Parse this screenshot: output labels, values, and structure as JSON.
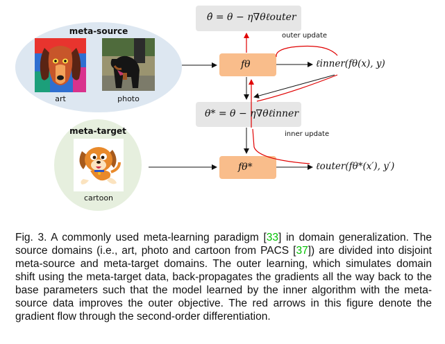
{
  "figure": {
    "meta_source": {
      "title": "meta-source",
      "images": [
        {
          "label": "art"
        },
        {
          "label": "photo"
        }
      ]
    },
    "meta_target": {
      "title": "meta-target",
      "images": [
        {
          "label": "cartoon"
        }
      ]
    },
    "outer_update_eq": "θ̂ = θ − η∇θℓouter",
    "inner_update_eq": "θ* = θ − η∇θℓinner",
    "model_box": "fθ",
    "adapted_model_box": "fθ*",
    "inner_loss": "ℓinner(fθ(x), y)",
    "outer_loss": "ℓouter(fθ*(x′), y′)",
    "outer_update_label": "outer update",
    "inner_update_label": "inner update",
    "colors": {
      "gradient_arrow": "#e00000",
      "model_box": "#f9bd8b",
      "equation_box": "#e6e6e6",
      "source_bg": "#dde7f1",
      "target_bg": "#e6efde"
    }
  },
  "caption": {
    "prefix": "Fig. 3. A commonly used meta-learning paradigm [",
    "cite1": "33",
    "mid1": "] in domain generalization. The source domains (i.e., art, photo and cartoon from PACS [",
    "cite2": "37",
    "rest": "]) are divided into disjoint meta-source and meta-target domains. The outer learning, which simulates domain shift using the meta-target data, back-propagates the gradients all the way back to the base parameters such that the model learned by the inner algorithm with the meta-source data improves the outer objective. The red arrows in this figure denote the gradient flow through the second-order differentiation."
  }
}
